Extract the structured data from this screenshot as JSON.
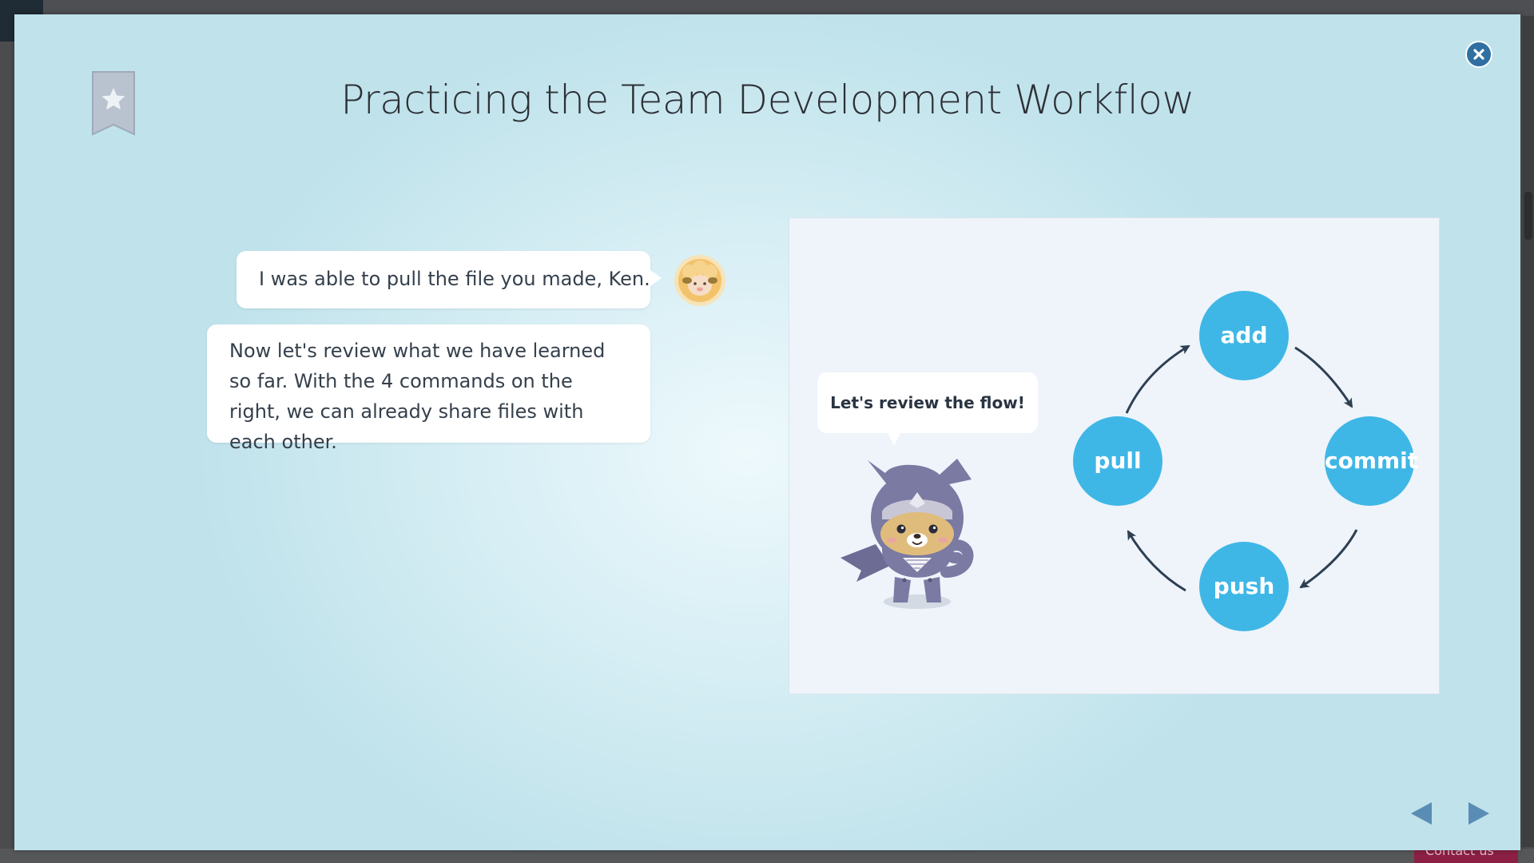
{
  "modal": {
    "title": "Practicing the Team Development Workflow"
  },
  "chat": {
    "message_1": "I was able to pull the file you made, Ken.",
    "message_2": "Now let's review what we have learned so far. With the 4 commands on the right, we can already share files with each other."
  },
  "diagram": {
    "speech": "Let's review the flow!",
    "steps": [
      "add",
      "commit",
      "push",
      "pull"
    ],
    "node_color": "#3fb7e6",
    "arrow_color": "#2e3f52"
  },
  "background": {
    "contact_label": "Contact us"
  },
  "icons": {
    "close": "close-icon",
    "bookmark": "bookmark-star-icon",
    "prev": "triangle-left-icon",
    "next": "triangle-right-icon"
  },
  "colors": {
    "modal_bg": "#d8eff5",
    "close_button": "#2f6fa1",
    "nav_arrows": "#5a8db5"
  }
}
